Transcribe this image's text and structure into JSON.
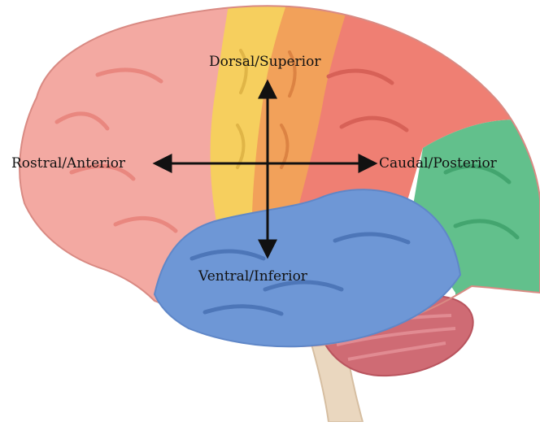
{
  "labels": {
    "top": "Dorsal/Superior",
    "left": "Rostral/Anterior",
    "right": "Caudal/Posterior",
    "bottom": "Ventral/Inferior"
  },
  "colors": {
    "frontal_lobe": "#f3a9a2",
    "motor_strip": "#f6cf5e",
    "parietal_lobe": "#ef7f73",
    "sensory_strip": "#f2a15a",
    "occipital_lobe": "#62c08c",
    "temporal_lobe": "#6e97d6",
    "cerebellum": "#cf6b74",
    "brainstem": "#ead7bf",
    "arrows": "#111111"
  }
}
